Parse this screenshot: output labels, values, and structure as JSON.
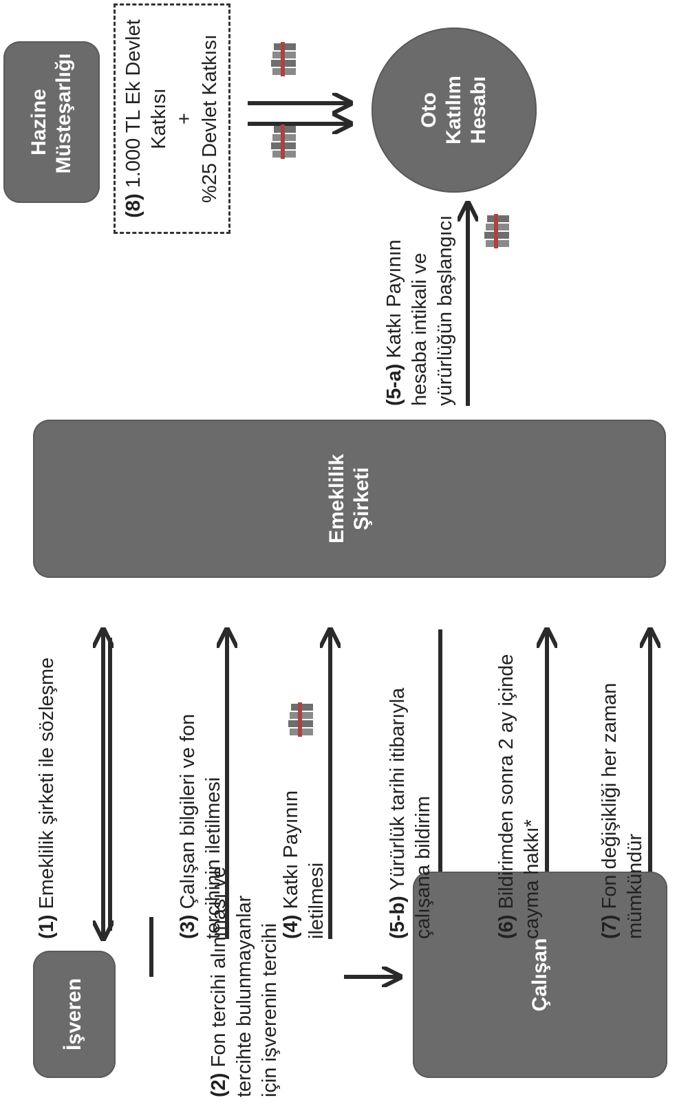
{
  "nodes": {
    "isveren": "İşveren",
    "calisan": "Çalışan",
    "emeklilik": "Emeklilik Şirketi",
    "hazine": "Hazine Müsteşarlığı",
    "hesap": "Oto Katılım Hesabı"
  },
  "steps": [
    {
      "num": "(1)",
      "text": " Emeklilik şirketi ile sözleşme"
    },
    {
      "num": "(2)",
      "text": " Fon tercihi alınması ve tercihte bulunmayanlar için işverenin tercihi"
    },
    {
      "num": "(3)",
      "text": " Çalışan bilgileri ve fon tercihinin iletilmesi"
    },
    {
      "num": "(4)",
      "text": " Katkı Payının iletilmesi"
    },
    {
      "num": "(5-b)",
      "text": " Yürürlük tarihi itibarıyla çalışana bildirim"
    },
    {
      "num": "(6)",
      "text": " Bildirimden sonra 2 ay içinde cayma hakkı*"
    },
    {
      "num": "(7)",
      "text": " Fon değişikliği her zaman mümkündür"
    },
    {
      "num": "(5-a)",
      "text": " Katkı Payının hesaba intikali ve yürürlüğün başlangıcı"
    },
    {
      "num": "(8)",
      "text": " 1.000 TL Ek Devlet Katkısı"
    }
  ],
  "plus": "+",
  "devlet25": "%25 Devlet Katkısı",
  "colors": {
    "box": "#6b6b6b",
    "arrow": "#2a2a2a",
    "dash": "#333333"
  }
}
